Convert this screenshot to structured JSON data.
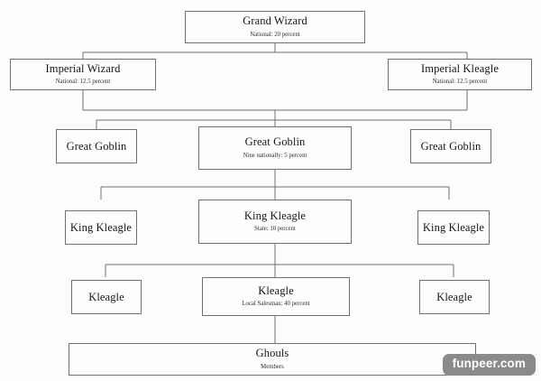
{
  "chart": {
    "type": "org-chart",
    "background_color": "#fdfdfd",
    "line_color": "#6f6f72",
    "box_border_color": "#6f6f72",
    "levels": [
      {
        "level": 1,
        "nodes": [
          {
            "id": "grand-wizard",
            "title": "Grand Wizard",
            "subtitle": "National: 20 percent"
          }
        ]
      },
      {
        "level": 2,
        "nodes": [
          {
            "id": "imperial-wizard",
            "title": "Imperial Wizard",
            "subtitle": "National: 12.5 percent"
          },
          {
            "id": "imperial-kleagle",
            "title": "Imperial Kleagle",
            "subtitle": "National: 12.5 percent"
          }
        ]
      },
      {
        "level": 3,
        "nodes": [
          {
            "id": "great-goblin-left",
            "title": "Great Goblin",
            "subtitle": ""
          },
          {
            "id": "great-goblin-center",
            "title": "Great Goblin",
            "subtitle": "Nine nationally:  5 percent"
          },
          {
            "id": "great-goblin-right",
            "title": "Great Goblin",
            "subtitle": ""
          }
        ]
      },
      {
        "level": 4,
        "nodes": [
          {
            "id": "king-kleagle-left",
            "title": "King Kleagle",
            "subtitle": ""
          },
          {
            "id": "king-kleagle-center",
            "title": "King Kleagle",
            "subtitle": "State: 10 percent"
          },
          {
            "id": "king-kleagle-right",
            "title": "King Kleagle",
            "subtitle": ""
          }
        ]
      },
      {
        "level": 5,
        "nodes": [
          {
            "id": "kleagle-left",
            "title": "Kleagle",
            "subtitle": ""
          },
          {
            "id": "kleagle-center",
            "title": "Kleagle",
            "subtitle": "Local Salesman: 40 percent"
          },
          {
            "id": "kleagle-right",
            "title": "Kleagle",
            "subtitle": ""
          }
        ]
      },
      {
        "level": 6,
        "nodes": [
          {
            "id": "ghouls",
            "title": "Ghouls",
            "subtitle": "Members"
          }
        ]
      }
    ]
  },
  "watermark": {
    "text": "funpeer.com",
    "background_color": "#8a8a8c",
    "text_color": "#ffffff"
  }
}
